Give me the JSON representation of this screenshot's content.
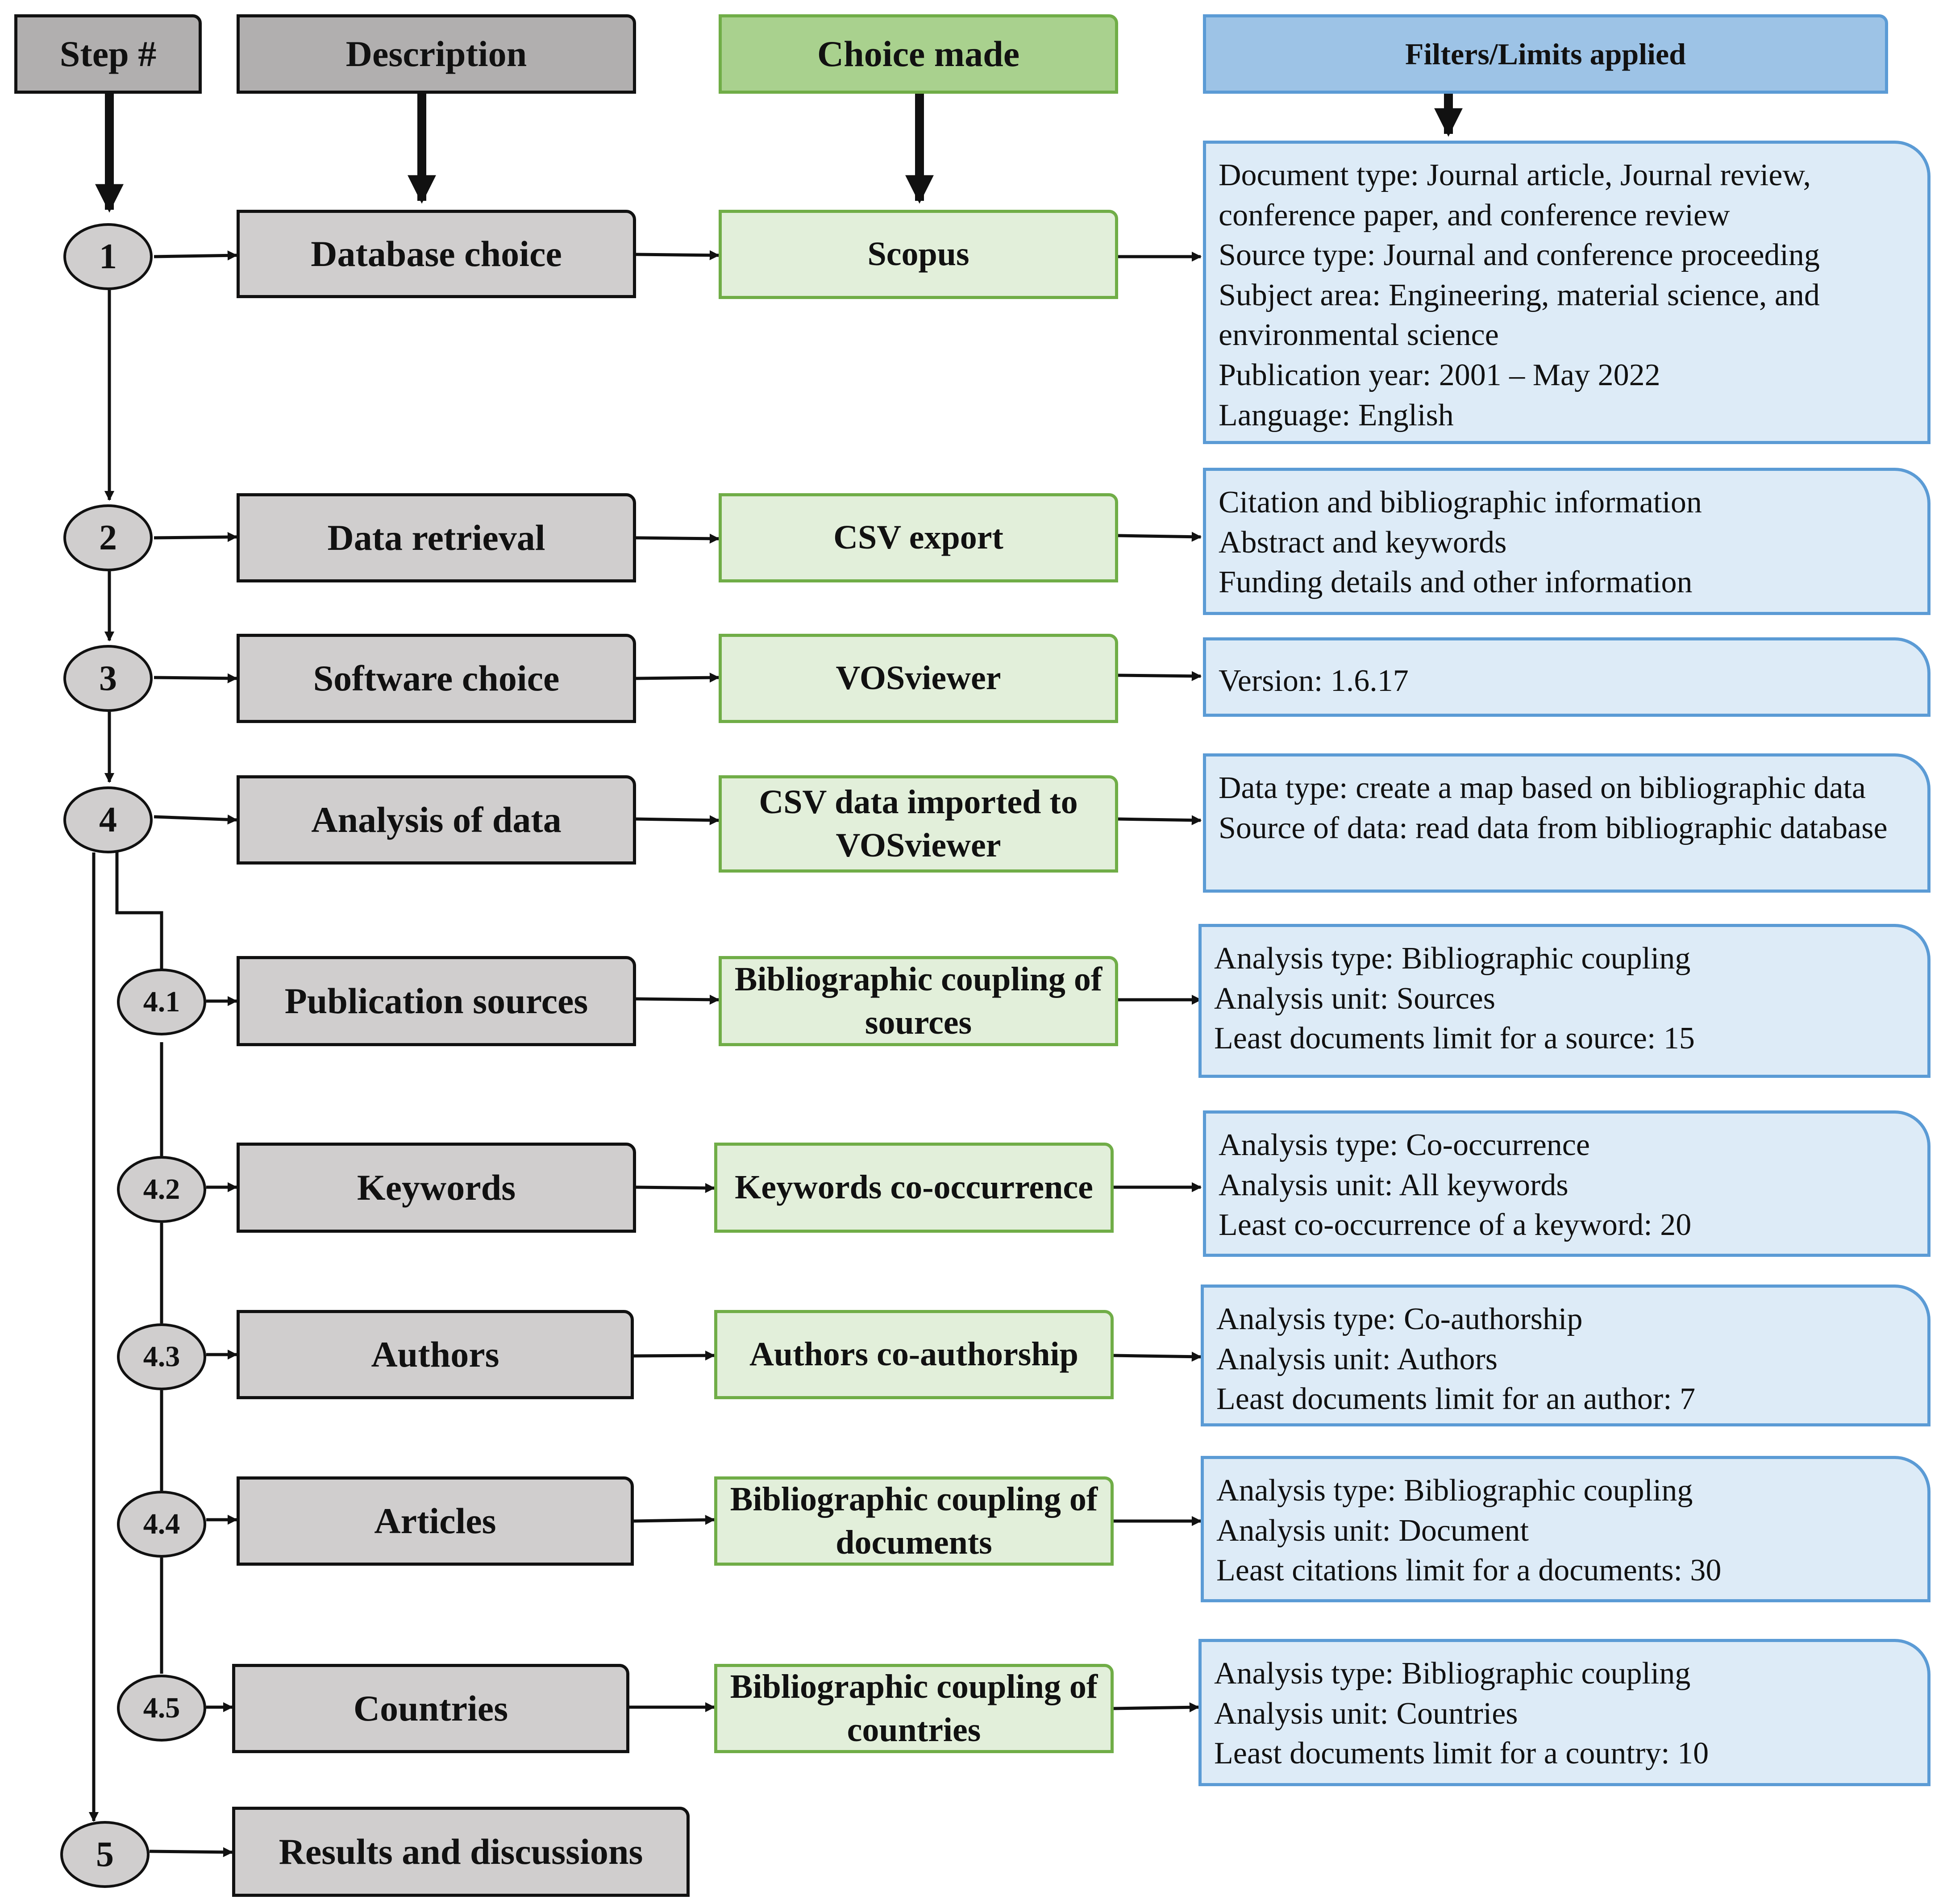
{
  "headers": {
    "step": "Step #",
    "description": "Description",
    "choice": "Choice made",
    "filters": "Filters/Limits applied"
  },
  "rows": [
    {
      "step": "1",
      "description": "Database choice",
      "choice": "Scopus",
      "filters": [
        "Document type: Journal article, Journal review, conference paper, and conference review",
        "Source type: Journal and conference proceeding",
        "Subject area: Engineering, material science, and environmental science",
        "Publication year: 2001 – May 2022",
        "Language: English"
      ]
    },
    {
      "step": "2",
      "description": "Data retrieval",
      "choice": "CSV export",
      "filters": [
        "Citation and bibliographic information",
        "Abstract and keywords",
        "Funding details and other information"
      ]
    },
    {
      "step": "3",
      "description": "Software choice",
      "choice": "VOSviewer",
      "filters": [
        "Version: 1.6.17"
      ]
    },
    {
      "step": "4",
      "description": "Analysis of data",
      "choice": "CSV data imported to VOSviewer",
      "filters": [
        "Data type: create a map based on bibliographic data",
        "Source of data: read data from bibliographic database"
      ]
    },
    {
      "step": "4.1",
      "description": "Publication sources",
      "choice": "Bibliographic coupling of sources",
      "filters": [
        "Analysis type: Bibliographic coupling",
        "Analysis unit: Sources",
        "Least documents limit for a source: 15"
      ]
    },
    {
      "step": "4.2",
      "description": "Keywords",
      "choice": "Keywords co-occurrence",
      "filters": [
        "Analysis type: Co-occurrence",
        "Analysis unit: All keywords",
        "Least co-occurrence of a keyword: 20"
      ]
    },
    {
      "step": "4.3",
      "description": "Authors",
      "choice": "Authors co-authorship",
      "filters": [
        "Analysis type: Co-authorship",
        "Analysis unit: Authors",
        "Least documents limit for an author: 7"
      ]
    },
    {
      "step": "4.4",
      "description": "Articles",
      "choice": "Bibliographic coupling of documents",
      "filters": [
        "Analysis type: Bibliographic coupling",
        "Analysis unit: Document",
        "Least citations limit for a documents: 30"
      ]
    },
    {
      "step": "4.5",
      "description": "Countries",
      "choice": "Bibliographic coupling of countries",
      "filters": [
        "Analysis type: Bibliographic coupling",
        "Analysis unit: Countries",
        "Least documents limit for a country: 10"
      ]
    },
    {
      "step": "5",
      "description": "Results and discussions"
    }
  ],
  "colors": {
    "gray_fill": "#d0cece",
    "gray_header": "#b1afaf",
    "green_fill": "#e2efda",
    "green_header": "#a9d18e",
    "green_border": "#70ad47",
    "blue_fill": "#ddebf7",
    "blue_header": "#9dc3e6",
    "blue_border": "#5b9bd5",
    "line": "#111111"
  }
}
